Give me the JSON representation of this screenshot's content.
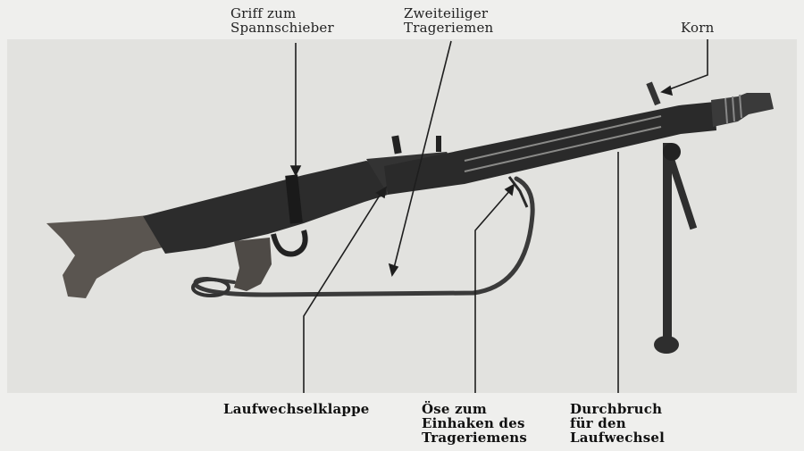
{
  "labels": {
    "griff": {
      "line1": "Griff zum",
      "line2": "Spannschieber"
    },
    "riemen": {
      "line1": "Zweiteiliger",
      "line2": "Trageriemen"
    },
    "korn": {
      "line1": "Korn"
    },
    "klappe": {
      "line1": "Laufwechselklappe"
    },
    "oese": {
      "line1": "Öse zum",
      "line2": "Einhaken des",
      "line3": "Trageriemens"
    },
    "durchbruch": {
      "line1": "Durchbruch",
      "line2": "für den",
      "line3": "Laufwechsel"
    }
  },
  "colors": {
    "background": "#efefed",
    "photo": "#e2e2df",
    "metal": "#2a2a2a",
    "wood": "#5a5550",
    "leader": "#1e1e1e"
  }
}
